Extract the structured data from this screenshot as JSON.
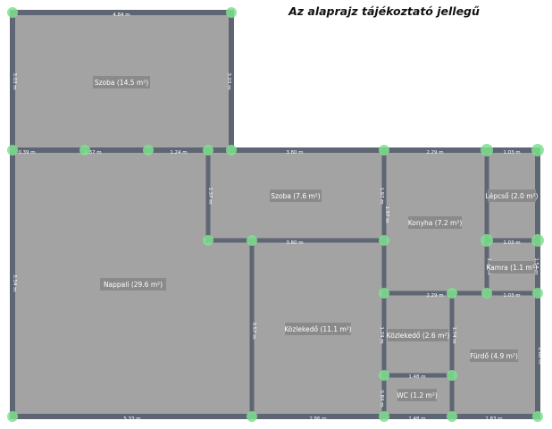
{
  "title": "Az alaprajz tájékoztató jellegű",
  "rooms": [
    {
      "label": "Szoba (14.5 m²)"
    },
    {
      "label": "Szoba (7.6 m²)"
    },
    {
      "label": "Konyha (7.2 m²)"
    },
    {
      "label": "Lépcső (2.0 m²)"
    },
    {
      "label": "Kamra (1.1 m²)"
    },
    {
      "label": "Nappali (29.6 m²)"
    },
    {
      "label": "Közlekedő (11.1 m²)"
    },
    {
      "label": "Közlekedő (2.6 m²)"
    },
    {
      "label": "Fürdő (4.9 m²)"
    },
    {
      "label": "WC (1.2 m²)"
    }
  ],
  "dimensions": [
    "4.84 m",
    "3.03 m",
    "3.03 m",
    "0.39 m",
    "2.37 m",
    "1.24 m",
    "3.80 m",
    "2.29 m",
    "1.03 m",
    "1.37 m",
    "1.97 m",
    "1.97 m",
    "3.80 m",
    "1.03 m",
    "5.54 m",
    "2.29 m",
    "1.03 m",
    "3.57 m",
    "1.74 m",
    "1.74 m",
    "1.48 m",
    "2.68 m",
    "0.84 m",
    "5.33 m",
    "2.86 m",
    "1.48 m",
    "1.83 m",
    "1.54 m",
    "1.54 m"
  ],
  "colors": {
    "room_fill": "#a3a3a3",
    "wall": "#5f6673",
    "node": "#7fe08f",
    "label_bg": "#8a8a8a"
  }
}
